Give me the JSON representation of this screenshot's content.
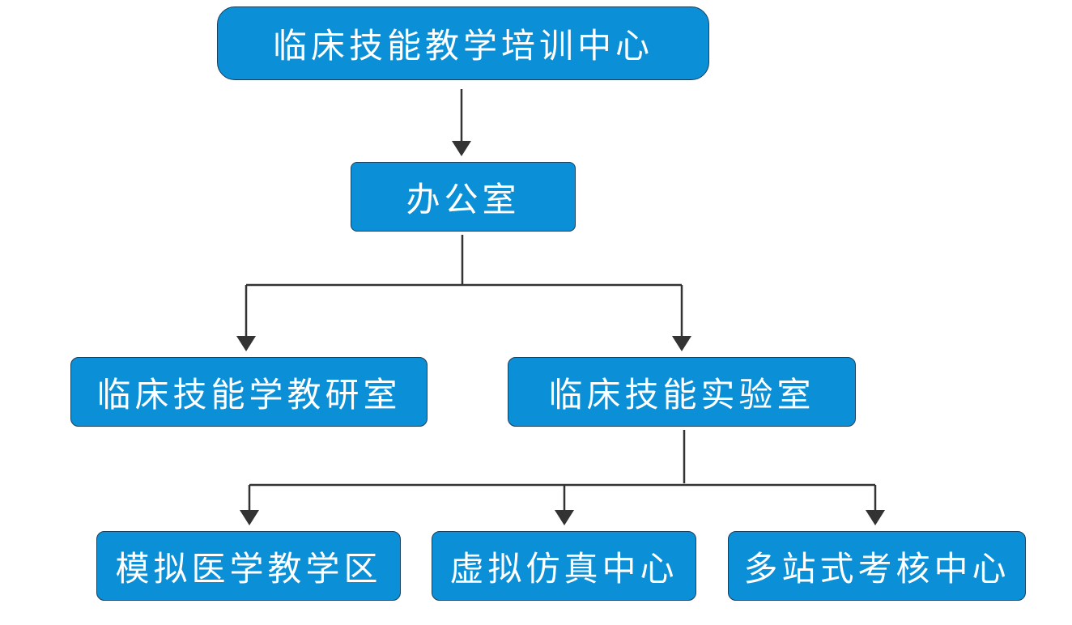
{
  "org_chart": {
    "root": {
      "label": "临床技能教学培训中心"
    },
    "office": {
      "label": "办公室"
    },
    "departments": [
      {
        "label": "临床技能学教研室"
      },
      {
        "label": "临床技能实验室"
      }
    ],
    "lab_units": [
      {
        "label": "模拟医学教学区"
      },
      {
        "label": "虚拟仿真中心"
      },
      {
        "label": "多站式考核中心"
      }
    ]
  },
  "colors": {
    "node_fill": "#0b8fd6",
    "node_border": "#1c3d5c",
    "node_text": "#ffffff",
    "connector": "#333333",
    "background": "#ffffff"
  }
}
